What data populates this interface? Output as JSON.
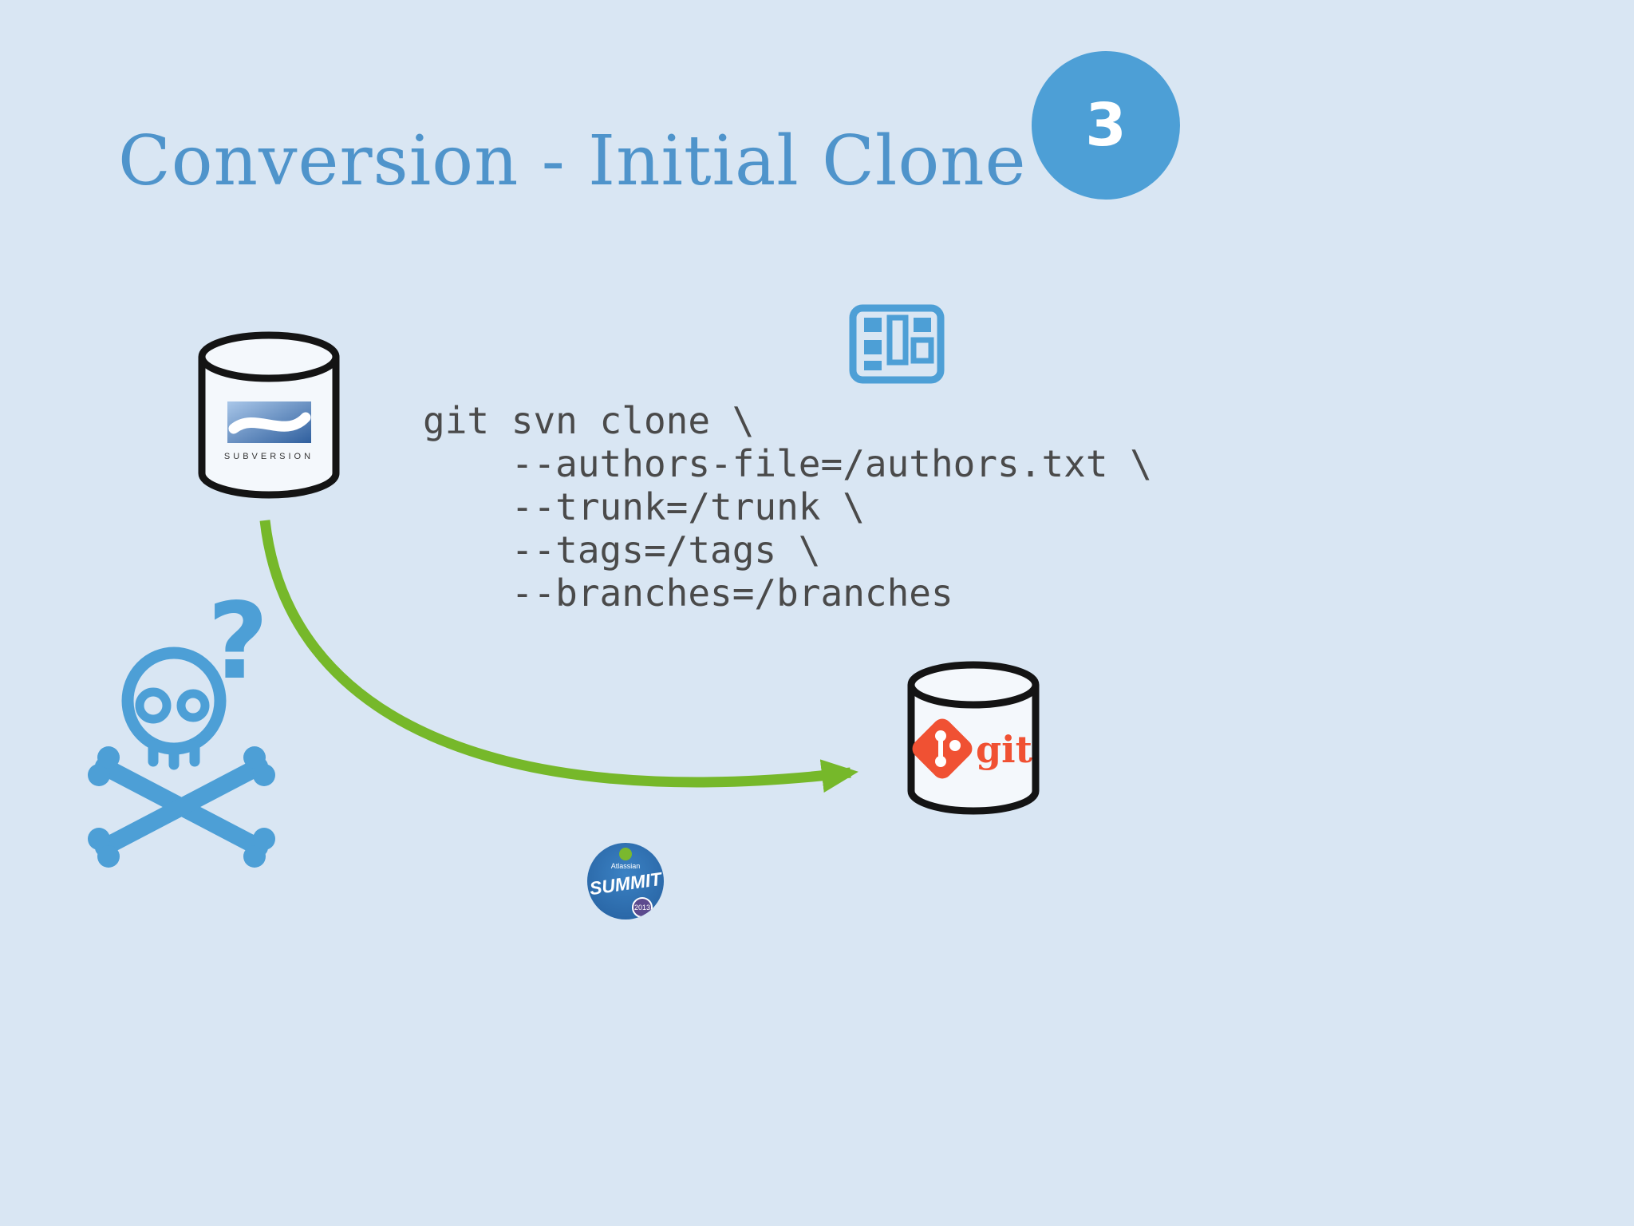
{
  "slide": {
    "title": "Conversion - Initial Clone",
    "number": "3"
  },
  "code_block": {
    "text": "git svn clone \\\n    --authors-file=/authors.txt \\\n    --trunk=/trunk \\\n    --tags=/tags \\\n    --branches=/branches"
  },
  "svn_database": {
    "logo_text": "SUBVERSION"
  },
  "git_database": {
    "label": "git"
  },
  "skull": {
    "question_mark": "?"
  },
  "footer_logo": {
    "brand": "Atlassian",
    "event": "SUMMIT",
    "year": "2013"
  },
  "colors": {
    "background": "#d9e6f3",
    "title_blue": "#4f94cb",
    "accent_blue": "#4d9fd6",
    "code_gray": "#4a4a4a",
    "arrow_green": "#76b82a",
    "git_orange": "#f05133",
    "cylinder_outline": "#141414"
  }
}
